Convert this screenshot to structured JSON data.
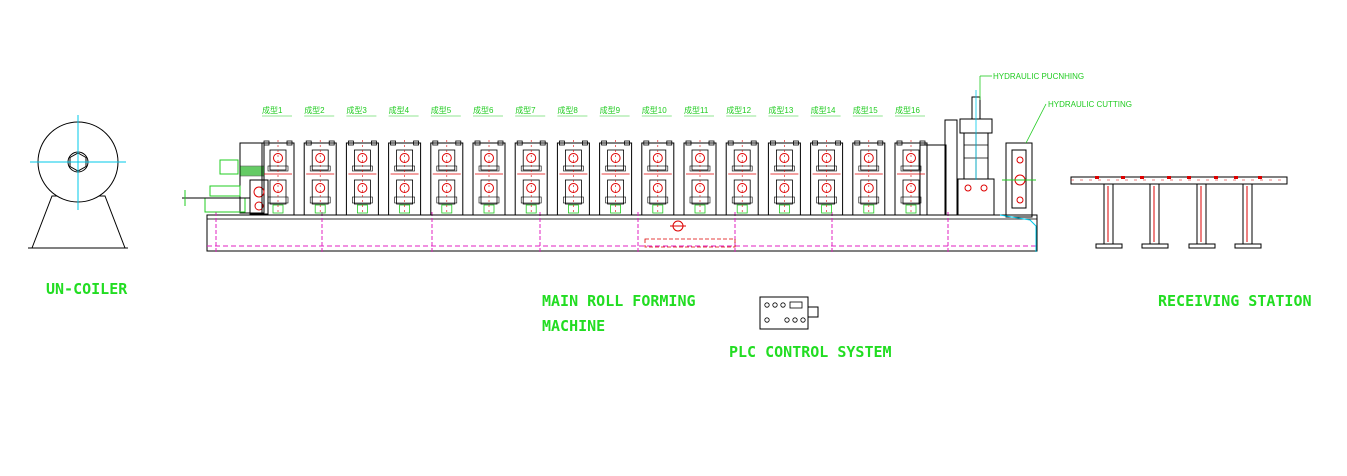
{
  "labels": {
    "uncoiler": "UN-COILER",
    "main_line1": "MAIN ROLL FORMING",
    "main_line2": "MACHINE",
    "plc": "PLC CONTROL SYSTEM",
    "receiving": "RECEIVING STATION",
    "hydraulic_punching": "HYDRAULIC PUCNHING",
    "hydraulic_cutting": "HYDRAULIC CUTTING"
  },
  "stands": [
    {
      "label": "成型1"
    },
    {
      "label": "成型2"
    },
    {
      "label": "成型3"
    },
    {
      "label": "成型4"
    },
    {
      "label": "成型5"
    },
    {
      "label": "成型6"
    },
    {
      "label": "成型7"
    },
    {
      "label": "成型8"
    },
    {
      "label": "成型9"
    },
    {
      "label": "成型10"
    },
    {
      "label": "成型11"
    },
    {
      "label": "成型12"
    },
    {
      "label": "成型13"
    },
    {
      "label": "成型14"
    },
    {
      "label": "成型15"
    },
    {
      "label": "成型16"
    }
  ],
  "colors": {
    "outline": "#000000",
    "green": "#22dd22",
    "cyan": "#00c8e8",
    "magenta": "#e020c0",
    "red": "#dd0000"
  }
}
